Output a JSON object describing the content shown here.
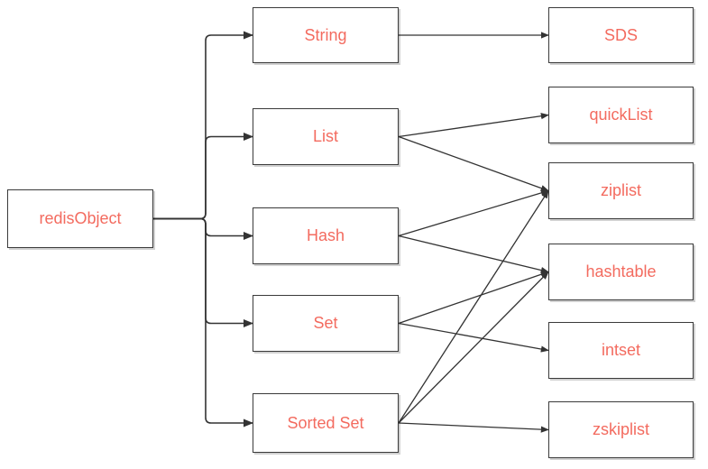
{
  "diagram": {
    "text_color": "#f36b5f",
    "line_color": "#333333",
    "root": {
      "id": "redisObject",
      "label": "redisObject"
    },
    "types": [
      {
        "id": "string",
        "label": "String"
      },
      {
        "id": "list",
        "label": "List"
      },
      {
        "id": "hash",
        "label": "Hash"
      },
      {
        "id": "set",
        "label": "Set"
      },
      {
        "id": "zset",
        "label": "Sorted Set"
      }
    ],
    "encodings": [
      {
        "id": "sds",
        "label": "SDS"
      },
      {
        "id": "quicklist",
        "label": "quickList"
      },
      {
        "id": "ziplist",
        "label": "ziplist"
      },
      {
        "id": "hashtable",
        "label": "hashtable"
      },
      {
        "id": "intset",
        "label": "intset"
      },
      {
        "id": "zskiplist",
        "label": "zskiplist"
      }
    ],
    "edges": [
      {
        "from": "redisObject",
        "to": "string"
      },
      {
        "from": "redisObject",
        "to": "list"
      },
      {
        "from": "redisObject",
        "to": "hash"
      },
      {
        "from": "redisObject",
        "to": "set"
      },
      {
        "from": "redisObject",
        "to": "zset"
      },
      {
        "from": "string",
        "to": "sds"
      },
      {
        "from": "list",
        "to": "quicklist"
      },
      {
        "from": "list",
        "to": "ziplist"
      },
      {
        "from": "hash",
        "to": "ziplist"
      },
      {
        "from": "hash",
        "to": "hashtable"
      },
      {
        "from": "set",
        "to": "hashtable"
      },
      {
        "from": "set",
        "to": "intset"
      },
      {
        "from": "zset",
        "to": "ziplist"
      },
      {
        "from": "zset",
        "to": "hashtable"
      },
      {
        "from": "zset",
        "to": "zskiplist"
      }
    ]
  }
}
